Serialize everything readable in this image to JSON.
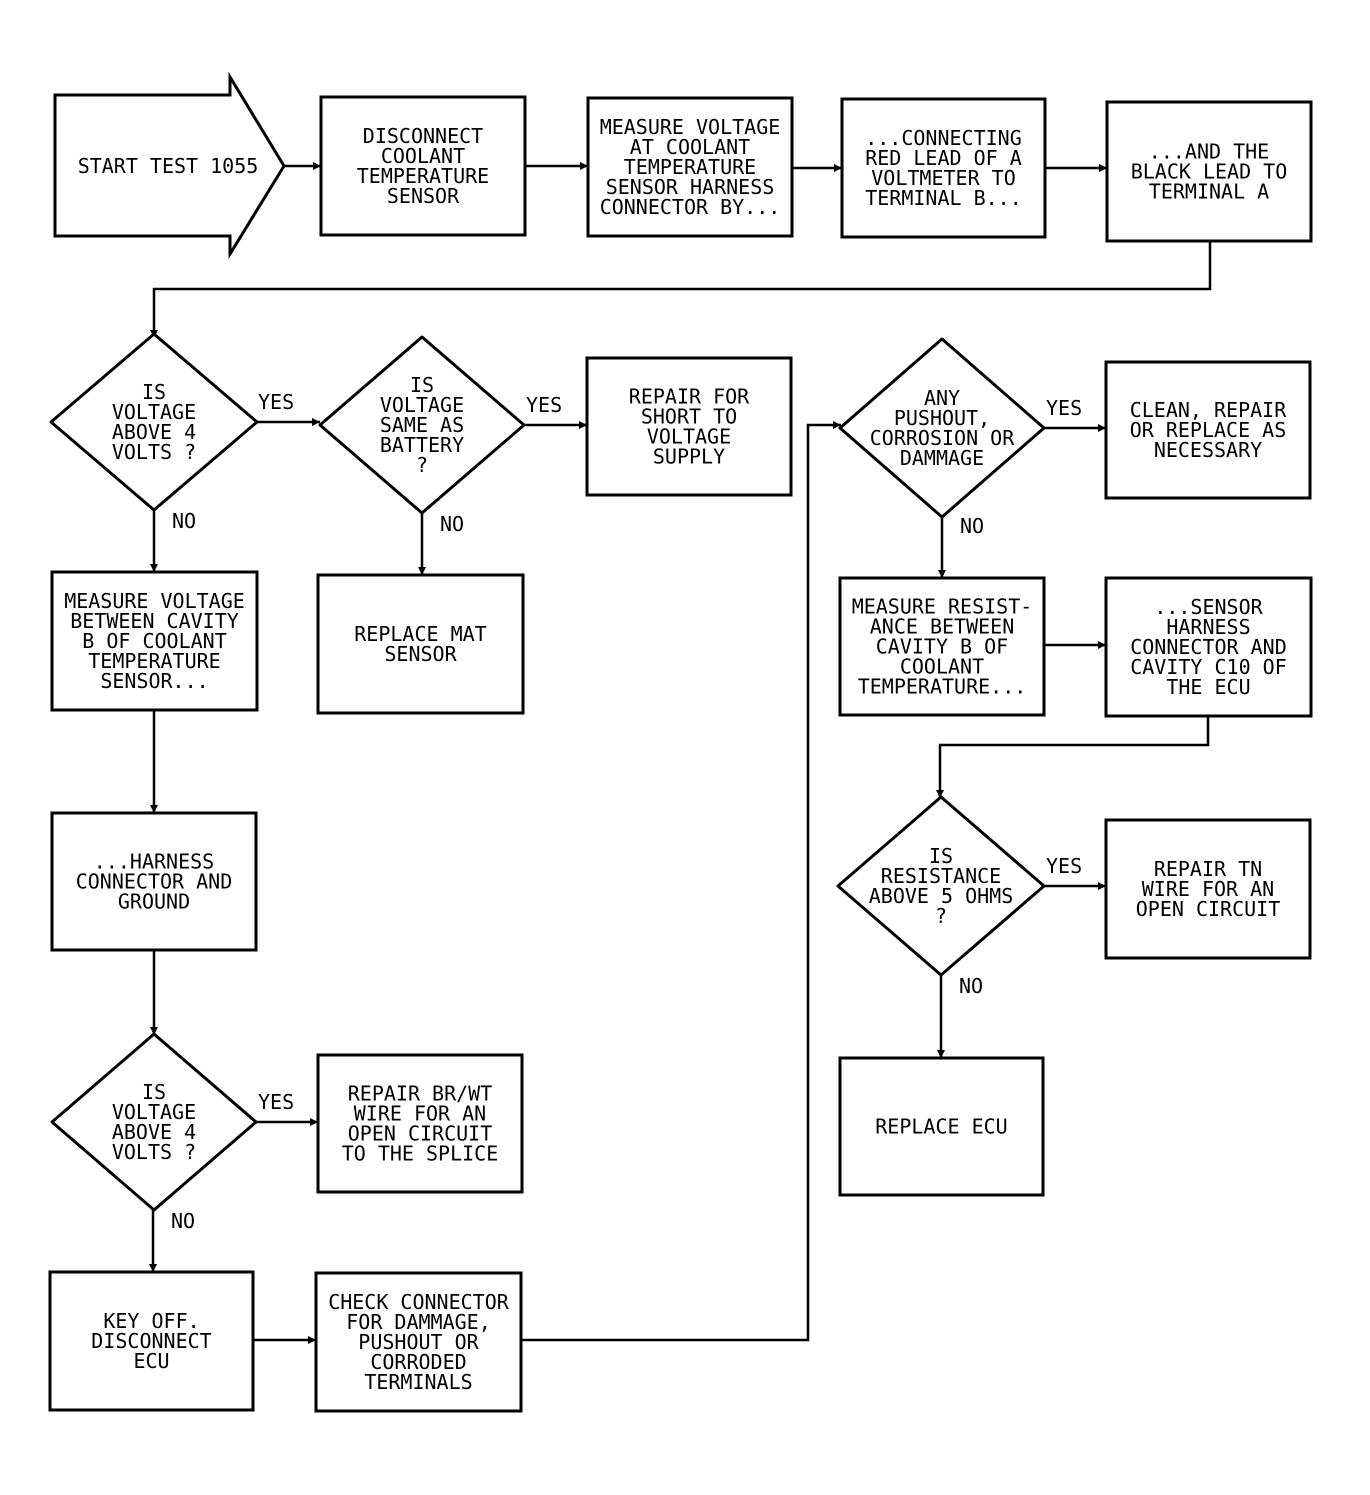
{
  "nodes": [
    {
      "id": "start",
      "lines": [
        "START TEST 1055"
      ]
    },
    {
      "id": "disconnect",
      "lines": [
        "DISCONNECT",
        "COOLANT",
        "TEMPERATURE",
        "SENSOR"
      ]
    },
    {
      "id": "measure1",
      "lines": [
        "MEASURE VOLTAGE",
        "AT COOLANT",
        "TEMPERATURE",
        "SENSOR HARNESS",
        "CONNECTOR BY..."
      ]
    },
    {
      "id": "connecting",
      "lines": [
        "...CONNECTING",
        "RED LEAD OF A",
        "VOLTMETER TO",
        "TERMINAL B..."
      ]
    },
    {
      "id": "black",
      "lines": [
        "...AND THE",
        "BLACK LEAD TO",
        "TERMINAL A"
      ]
    },
    {
      "id": "d1",
      "lines": [
        "IS",
        "VOLTAGE",
        "ABOVE 4",
        "VOLTS ?"
      ]
    },
    {
      "id": "d2",
      "lines": [
        "IS",
        "VOLTAGE",
        "SAME AS",
        "BATTERY",
        "?"
      ]
    },
    {
      "id": "repairShort",
      "lines": [
        "REPAIR FOR",
        "SHORT TO",
        "VOLTAGE",
        "SUPPLY"
      ]
    },
    {
      "id": "replaceMat",
      "lines": [
        "REPLACE MAT",
        "SENSOR"
      ]
    },
    {
      "id": "measure2",
      "lines": [
        "MEASURE VOLTAGE",
        "BETWEEN CAVITY",
        "B OF COOLANT",
        "TEMPERATURE",
        "SENSOR..."
      ]
    },
    {
      "id": "harness",
      "lines": [
        "...HARNESS",
        "CONNECTOR AND",
        "GROUND"
      ]
    },
    {
      "id": "d3",
      "lines": [
        "IS",
        "VOLTAGE",
        "ABOVE 4",
        "VOLTS ?"
      ]
    },
    {
      "id": "repairBr",
      "lines": [
        "REPAIR BR/WT",
        "WIRE FOR AN",
        "OPEN CIRCUIT",
        "TO THE SPLICE"
      ]
    },
    {
      "id": "keyOff",
      "lines": [
        "KEY OFF.",
        "DISCONNECT",
        "ECU"
      ]
    },
    {
      "id": "check",
      "lines": [
        "CHECK CONNECTOR",
        "FOR DAMMAGE,",
        "PUSHOUT OR",
        "CORRODED",
        "TERMINALS"
      ]
    },
    {
      "id": "d4",
      "lines": [
        "ANY",
        "PUSHOUT,",
        "CORROSION OR",
        "DAMMAGE"
      ]
    },
    {
      "id": "clean",
      "lines": [
        "CLEAN, REPAIR",
        "OR REPLACE AS",
        "NECESSARY"
      ]
    },
    {
      "id": "measureRes",
      "lines": [
        "MEASURE RESIST-",
        "ANCE BETWEEN",
        "CAVITY B OF",
        "COOLANT",
        "TEMPERATURE..."
      ]
    },
    {
      "id": "sensorHarness",
      "lines": [
        "...SENSOR",
        "HARNESS",
        "CONNECTOR AND",
        "CAVITY C10 OF",
        "THE ECU"
      ]
    },
    {
      "id": "d5",
      "lines": [
        "IS",
        "RESISTANCE",
        "ABOVE 5 OHMS",
        "?"
      ]
    },
    {
      "id": "repairTn",
      "lines": [
        "REPAIR TN",
        "WIRE FOR AN",
        "OPEN CIRCUIT"
      ]
    },
    {
      "id": "replaceEcu",
      "lines": [
        "REPLACE ECU"
      ]
    }
  ],
  "edge_labels": {
    "d1_yes": "YES",
    "d1_no": "NO",
    "d2_yes": "YES",
    "d2_no": "NO",
    "d3_yes": "YES",
    "d3_no": "NO",
    "d4_yes": "YES",
    "d4_no": "NO",
    "d5_yes": "YES",
    "d5_no": "NO"
  }
}
